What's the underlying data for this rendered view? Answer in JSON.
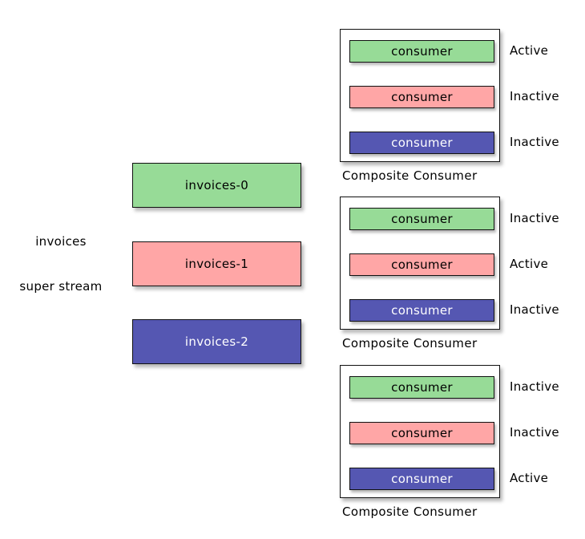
{
  "colors": {
    "green": "#97DB97",
    "pink": "#FFA6A6",
    "blue": "#5557B2",
    "border": "#111111",
    "background": "#FFFFFF"
  },
  "stream": {
    "name": "invoices",
    "type": "super stream",
    "partitions": [
      {
        "name": "invoices-0",
        "color": "#97DB97"
      },
      {
        "name": "invoices-1",
        "color": "#FFA6A6"
      },
      {
        "name": "invoices-2",
        "color": "#5557B2"
      }
    ]
  },
  "composites": [
    {
      "label": "Composite Consumer",
      "consumers": [
        {
          "label": "consumer",
          "color": "#97DB97",
          "status": "Active"
        },
        {
          "label": "consumer",
          "color": "#FFA6A6",
          "status": "Inactive"
        },
        {
          "label": "consumer",
          "color": "#5557B2",
          "status": "Inactive"
        }
      ]
    },
    {
      "label": "Composite Consumer",
      "consumers": [
        {
          "label": "consumer",
          "color": "#97DB97",
          "status": "Inactive"
        },
        {
          "label": "consumer",
          "color": "#FFA6A6",
          "status": "Active"
        },
        {
          "label": "consumer",
          "color": "#5557B2",
          "status": "Inactive"
        }
      ]
    },
    {
      "label": "Composite Consumer",
      "consumers": [
        {
          "label": "consumer",
          "color": "#97DB97",
          "status": "Inactive"
        },
        {
          "label": "consumer",
          "color": "#FFA6A6",
          "status": "Inactive"
        },
        {
          "label": "consumer",
          "color": "#5557B2",
          "status": "Active"
        }
      ]
    }
  ]
}
